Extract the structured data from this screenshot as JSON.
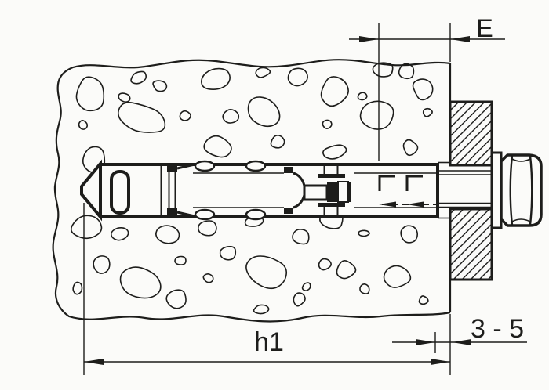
{
  "figure": {
    "labels": {
      "embedment": "E",
      "hole_depth": "h1",
      "gap": "3 - 5"
    },
    "colors": {
      "ink": "#1d1d1b",
      "background": "#fbfbf9"
    },
    "stones": [
      [
        115,
        120,
        22,
        21,
        0
      ],
      [
        106,
        160,
        7,
        7,
        0
      ],
      [
        158,
        124,
        9,
        6,
        20
      ],
      [
        177,
        99,
        12,
        7,
        -15
      ],
      [
        204,
        110,
        10,
        7,
        10
      ],
      [
        181,
        152,
        30,
        21,
        25
      ],
      [
        236,
        147,
        7,
        7,
        0
      ],
      [
        277,
        102,
        20,
        14,
        -10
      ],
      [
        294,
        149,
        12,
        10,
        15
      ],
      [
        336,
        141,
        29,
        21,
        35
      ],
      [
        334,
        92,
        10,
        7,
        0
      ],
      [
        380,
        99,
        16,
        12,
        -20
      ],
      [
        417,
        159,
        6,
        6,
        0
      ],
      [
        277,
        186,
        19,
        15,
        10
      ],
      [
        354,
        181,
        9,
        9,
        0
      ],
      [
        426,
        117,
        20,
        19,
        0
      ],
      [
        462,
        123,
        6,
        6,
        0
      ],
      [
        427,
        194,
        16,
        10,
        -10
      ],
      [
        489,
        89,
        15,
        9,
        5
      ],
      [
        519,
        92,
        11,
        10,
        0
      ],
      [
        540,
        113,
        15,
        14,
        0
      ],
      [
        482,
        149,
        24,
        21,
        15
      ],
      [
        545,
        143,
        7,
        6,
        0
      ],
      [
        523,
        188,
        10,
        10,
        0
      ],
      [
        119,
        203,
        17,
        18,
        0
      ],
      [
        110,
        290,
        20,
        18,
        10
      ],
      [
        154,
        298,
        12,
        8,
        -10
      ],
      [
        215,
        298,
        16,
        12,
        5
      ],
      [
        264,
        291,
        12,
        10,
        0
      ],
      [
        325,
        283,
        13,
        8,
        -5
      ],
      [
        383,
        303,
        13,
        10,
        0
      ],
      [
        424,
        280,
        16,
        11,
        10
      ],
      [
        464,
        298,
        8,
        5,
        0
      ],
      [
        521,
        299,
        13,
        12,
        0
      ],
      [
        130,
        338,
        11,
        11,
        0
      ],
      [
        175,
        360,
        30,
        19,
        20
      ],
      [
        226,
        382,
        14,
        12,
        -10
      ],
      [
        230,
        333,
        9,
        6,
        0
      ],
      [
        266,
        356,
        7,
        6,
        0
      ],
      [
        291,
        324,
        12,
        10,
        0
      ],
      [
        338,
        346,
        29,
        21,
        30
      ],
      [
        333,
        395,
        10,
        6,
        0
      ],
      [
        381,
        382,
        9,
        9,
        0
      ],
      [
        391,
        366,
        6,
        6,
        0
      ],
      [
        413,
        338,
        9,
        8,
        0
      ],
      [
        441,
        345,
        13,
        13,
        0
      ],
      [
        465,
        369,
        7,
        7,
        0
      ],
      [
        507,
        354,
        18,
        15,
        10
      ],
      [
        540,
        384,
        7,
        6,
        0
      ],
      [
        99,
        368,
        7,
        8,
        0
      ]
    ]
  }
}
